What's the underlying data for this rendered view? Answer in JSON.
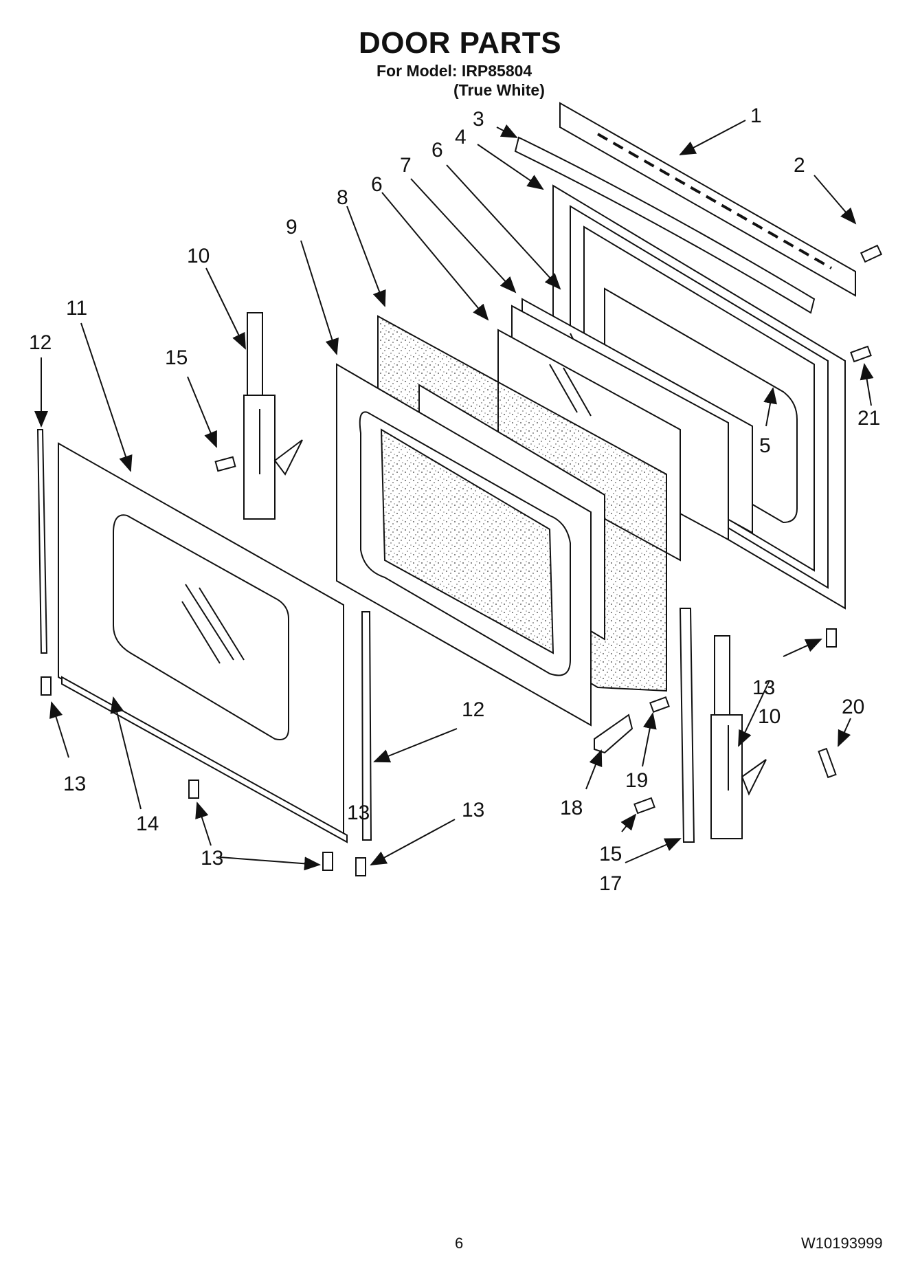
{
  "header": {
    "title": "DOOR PARTS",
    "model_line": "For Model: IRP85804",
    "variant_line": "(True White)"
  },
  "footer": {
    "page_number": "6",
    "document_id": "W10193999"
  },
  "callouts": [
    "1",
    "2",
    "3",
    "4",
    "5",
    "6",
    "6",
    "7",
    "8",
    "9",
    "10",
    "10",
    "11",
    "12",
    "12",
    "13",
    "13",
    "13",
    "13",
    "13",
    "14",
    "15",
    "15",
    "17",
    "18",
    "19",
    "20",
    "21"
  ]
}
